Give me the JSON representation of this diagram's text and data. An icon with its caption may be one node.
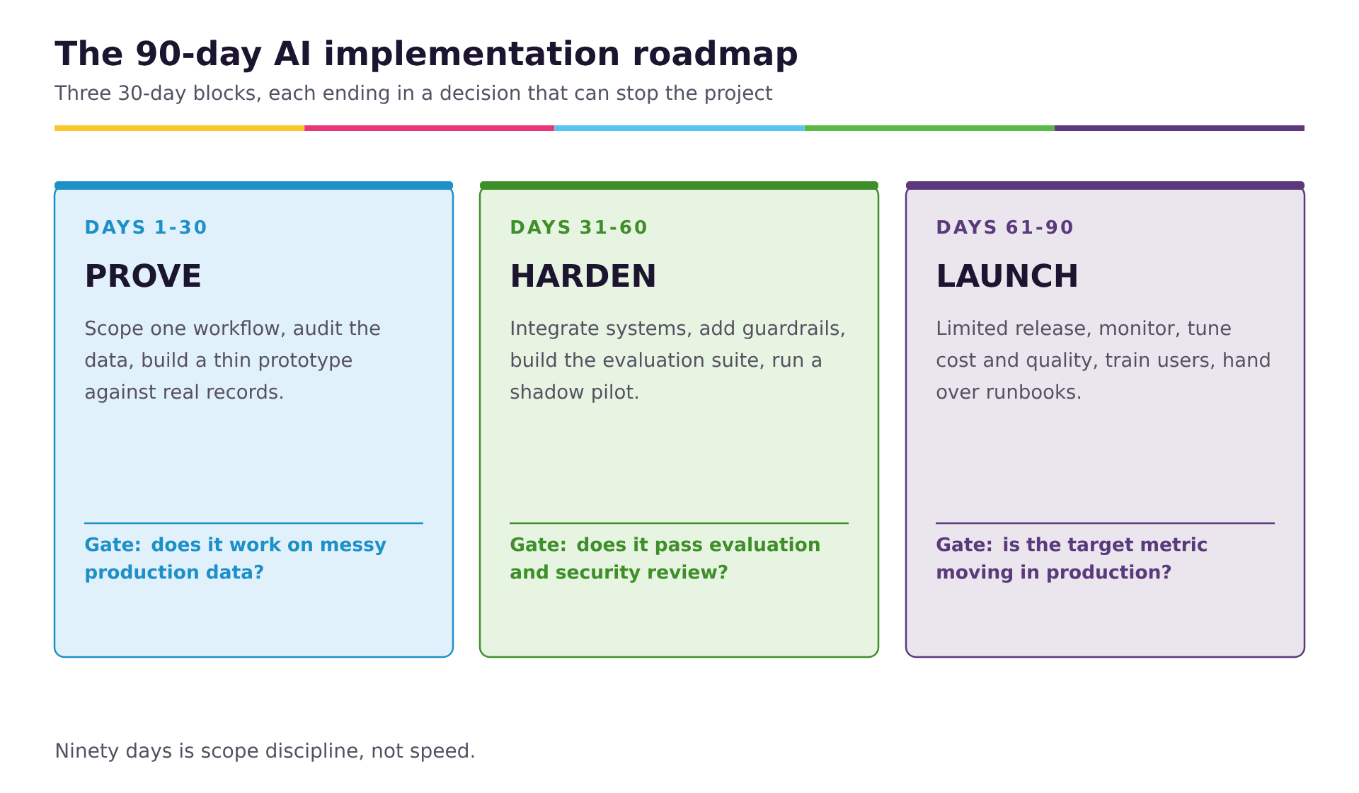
{
  "diagram": {
    "title": "The 90-day AI implementation roadmap",
    "nodes": [
      {
        "text": [
          "DAYS 1-30",
          "PROVE",
          "Scope one workflow, audit the data, build a thin prototype against real records.",
          "Gate: does it work on messy production data?"
        ]
      },
      {
        "text": [
          "DAYS 31-60",
          "HARDEN",
          "Integrate systems, add guardrails, build the evaluation suite, run a shadow pilot.",
          "Gate: does it pass evaluation and security review?"
        ]
      },
      {
        "text": [
          "DAYS 61-90",
          "LAUNCH",
          "Limited release, monitor, tune cost and quality, train users, hand over runbooks.",
          "Gate: is the target metric moving in production?"
        ]
      }
    ],
    "labels": [
      "Three 30-day blocks, each ending in a decision that can stop the project",
      "Ninety days is scope discipline, not speed."
    ]
  }
}
